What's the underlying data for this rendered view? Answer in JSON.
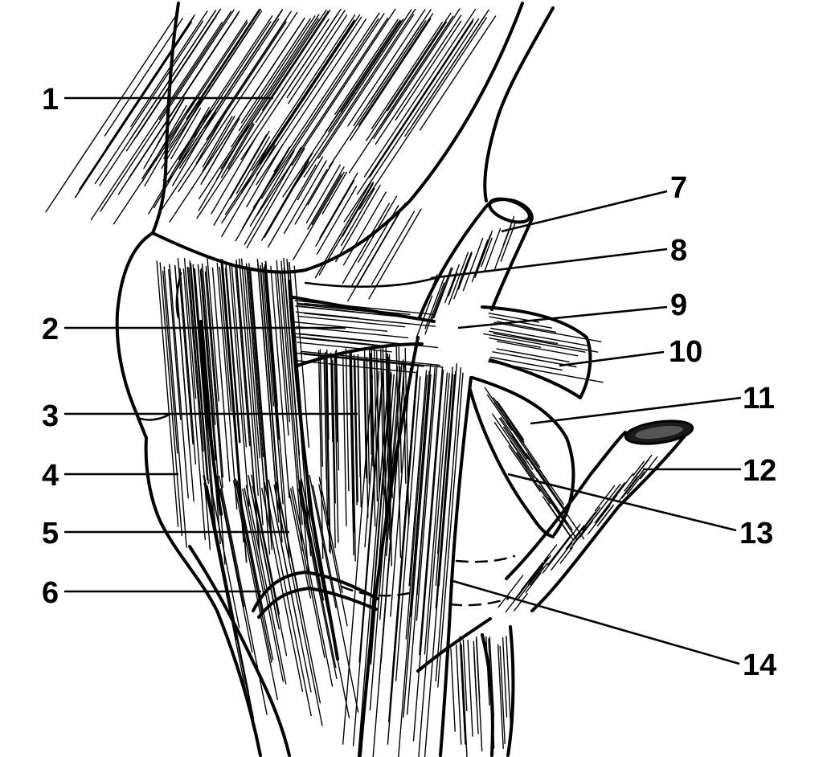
{
  "labels": [
    {
      "id": "1",
      "text": "1"
    },
    {
      "id": "2",
      "text": "2"
    },
    {
      "id": "3",
      "text": "3"
    },
    {
      "id": "4",
      "text": "4"
    },
    {
      "id": "5",
      "text": "5"
    },
    {
      "id": "6",
      "text": "6"
    },
    {
      "id": "7",
      "text": "7"
    },
    {
      "id": "8",
      "text": "8"
    },
    {
      "id": "9",
      "text": "9"
    },
    {
      "id": "10",
      "text": "10"
    },
    {
      "id": "11",
      "text": "11"
    },
    {
      "id": "12",
      "text": "12"
    },
    {
      "id": "13",
      "text": "13"
    },
    {
      "id": "14",
      "text": "14"
    }
  ]
}
